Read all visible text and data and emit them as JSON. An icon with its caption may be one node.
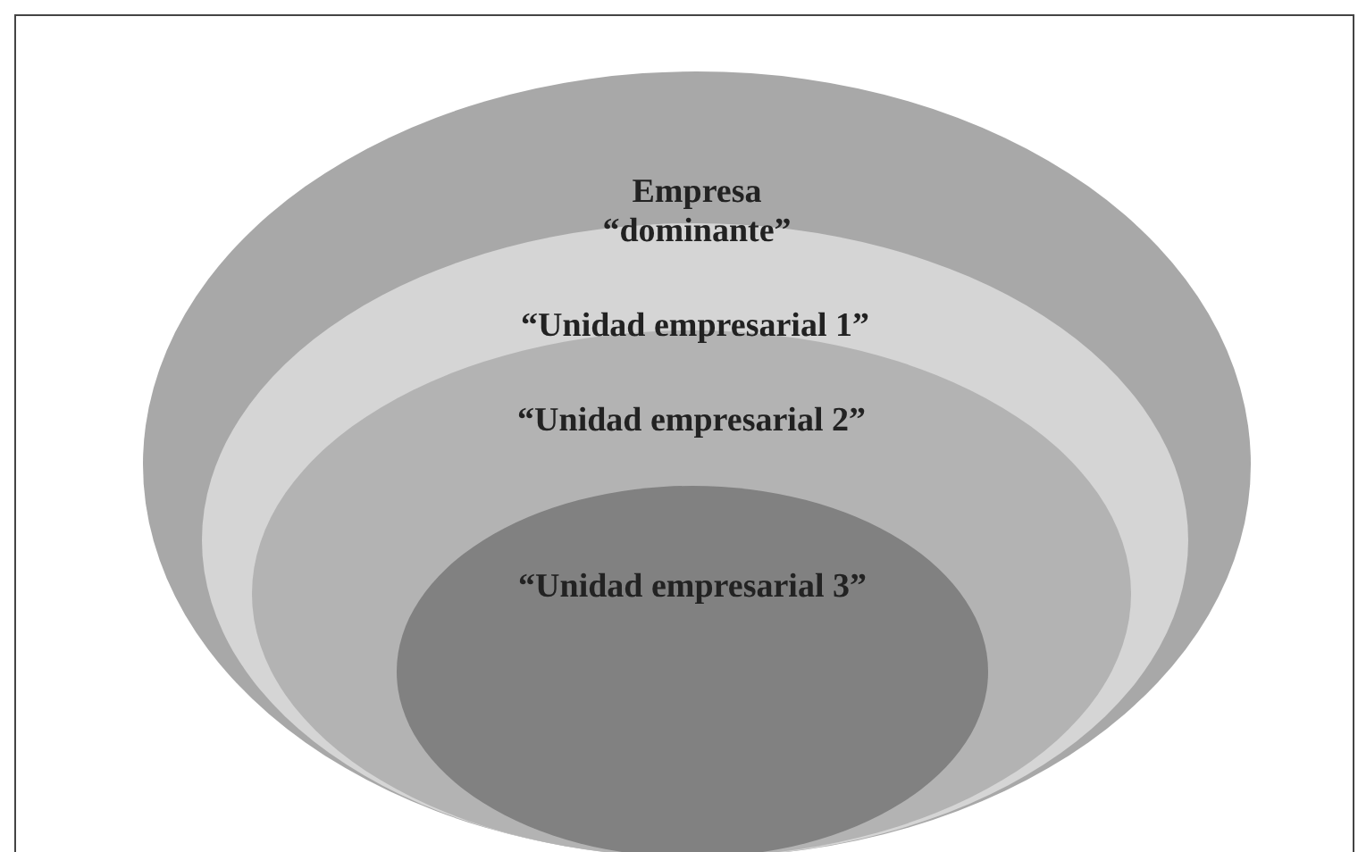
{
  "diagram": {
    "nodes": [
      {
        "text": [
          "Empresa “dominante”"
        ]
      },
      {
        "text": [
          "“Unidad empresarial 1”"
        ],
        "in": 0
      },
      {
        "text": [
          "“Unidad empresarial 2”"
        ],
        "in": 1
      },
      {
        "text": [
          "“Unidad empresarial 3”"
        ],
        "in": 2
      }
    ]
  }
}
